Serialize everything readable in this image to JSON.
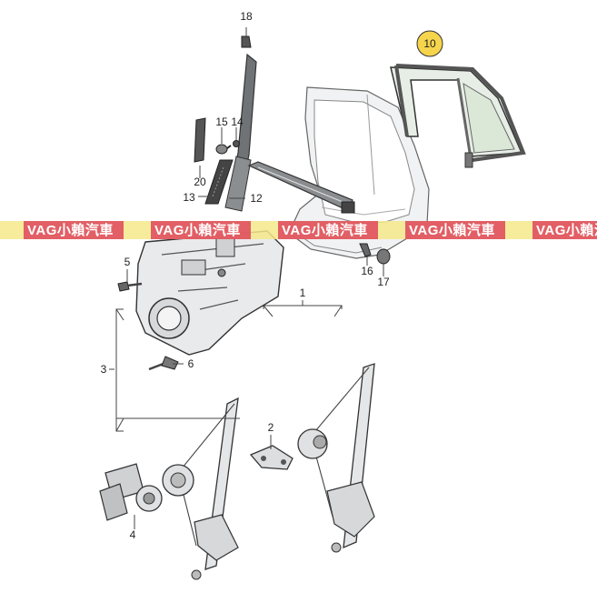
{
  "watermark": {
    "text": "VAG小賴汽車",
    "colors": {
      "band": "#f4e98a",
      "stripe": "#e05060",
      "text": "#ffffff"
    }
  },
  "callouts": [
    {
      "id": "1",
      "part": "window-regulator"
    },
    {
      "id": "2",
      "part": "regulator-bracket"
    },
    {
      "id": "3",
      "part": "assembly-carrier-group"
    },
    {
      "id": "4",
      "part": "window-motor"
    },
    {
      "id": "5",
      "part": "carrier-bolt"
    },
    {
      "id": "6",
      "part": "expanding-rivet"
    },
    {
      "id": "10",
      "part": "door-window-glass",
      "highlighted": true
    },
    {
      "id": "12",
      "part": "window-channel-seal"
    },
    {
      "id": "13",
      "part": "trim-strip"
    },
    {
      "id": "14",
      "part": "clip-screw"
    },
    {
      "id": "15",
      "part": "cap"
    },
    {
      "id": "16",
      "part": "door-bolt"
    },
    {
      "id": "17",
      "part": "plug-cap"
    },
    {
      "id": "18",
      "part": "guide-clip"
    },
    {
      "id": "20",
      "part": "cover-trim"
    }
  ],
  "colors": {
    "highlight": "#f6d54c",
    "part_fill": "#e9eaec",
    "part_stroke": "#333333",
    "glass_fill": "#e7eee6",
    "seal": "#6f7376",
    "line": "#444444"
  }
}
